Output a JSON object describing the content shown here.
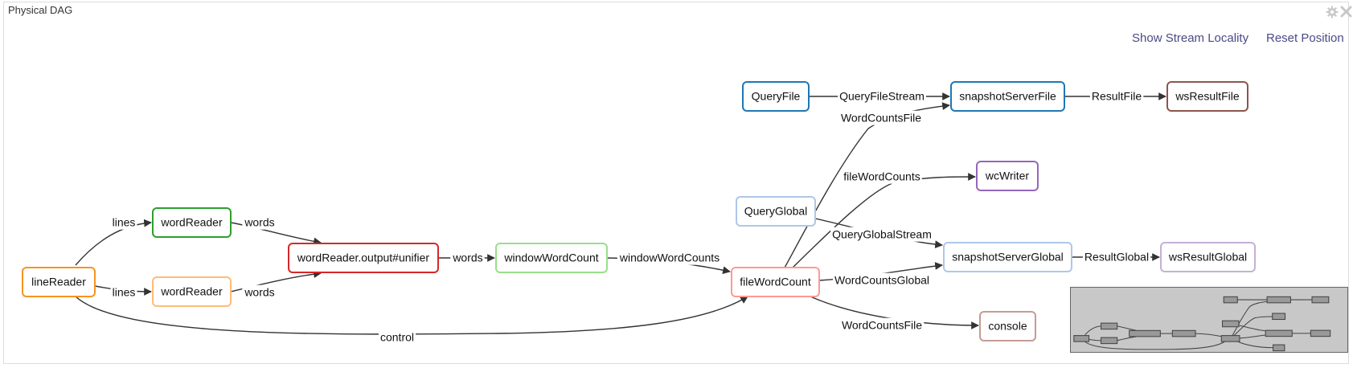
{
  "panel": {
    "title": "Physical DAG",
    "settings_icon": "gear-icon",
    "close_icon": "close-icon"
  },
  "links": {
    "show_stream_locality": "Show Stream Locality",
    "reset_position": "Reset Position"
  },
  "nodes": [
    {
      "id": "lineReader",
      "label": "lineReader",
      "color": "#f7941d"
    },
    {
      "id": "wordReader1",
      "label": "wordReader",
      "color": "#2ca02c"
    },
    {
      "id": "wordReader2",
      "label": "wordReader",
      "color": "#ffbb78"
    },
    {
      "id": "unifier",
      "label": "wordReader.output#unifier",
      "color": "#d62728"
    },
    {
      "id": "windowWordCount",
      "label": "windowWordCount",
      "color": "#98df8a"
    },
    {
      "id": "fileWordCount",
      "label": "fileWordCount",
      "color": "#ff9896"
    },
    {
      "id": "QueryFile",
      "label": "QueryFile",
      "color": "#1f77b4"
    },
    {
      "id": "snapshotServerFile",
      "label": "snapshotServerFile",
      "color": "#1f77b4"
    },
    {
      "id": "wsResultFile",
      "label": "wsResultFile",
      "color": "#8c564b"
    },
    {
      "id": "wcWriter",
      "label": "wcWriter",
      "color": "#9467bd"
    },
    {
      "id": "QueryGlobal",
      "label": "QueryGlobal",
      "color": "#aec7e8"
    },
    {
      "id": "snapshotServerGlobal",
      "label": "snapshotServerGlobal",
      "color": "#aec7e8"
    },
    {
      "id": "wsResultGlobal",
      "label": "wsResultGlobal",
      "color": "#c5b0d5"
    },
    {
      "id": "console",
      "label": "console",
      "color": "#c49c94"
    }
  ],
  "edges": [
    {
      "from": "lineReader",
      "to": "wordReader1",
      "label": "lines"
    },
    {
      "from": "lineReader",
      "to": "wordReader2",
      "label": "lines"
    },
    {
      "from": "wordReader1",
      "to": "unifier",
      "label": "words"
    },
    {
      "from": "wordReader2",
      "to": "unifier",
      "label": "words"
    },
    {
      "from": "unifier",
      "to": "windowWordCount",
      "label": "words"
    },
    {
      "from": "windowWordCount",
      "to": "fileWordCount",
      "label": "windowWordCounts"
    },
    {
      "from": "lineReader",
      "to": "fileWordCount",
      "label": "control"
    },
    {
      "from": "QueryFile",
      "to": "snapshotServerFile",
      "label": "QueryFileStream"
    },
    {
      "from": "fileWordCount",
      "to": "snapshotServerFile",
      "label": "WordCountsFile"
    },
    {
      "from": "snapshotServerFile",
      "to": "wsResultFile",
      "label": "ResultFile"
    },
    {
      "from": "fileWordCount",
      "to": "wcWriter",
      "label": "fileWordCounts"
    },
    {
      "from": "QueryGlobal",
      "to": "snapshotServerGlobal",
      "label": "QueryGlobalStream"
    },
    {
      "from": "fileWordCount",
      "to": "snapshotServerGlobal",
      "label": "WordCountsGlobal"
    },
    {
      "from": "snapshotServerGlobal",
      "to": "wsResultGlobal",
      "label": "ResultGlobal"
    },
    {
      "from": "fileWordCount",
      "to": "console",
      "label": "WordCountsFile"
    }
  ]
}
